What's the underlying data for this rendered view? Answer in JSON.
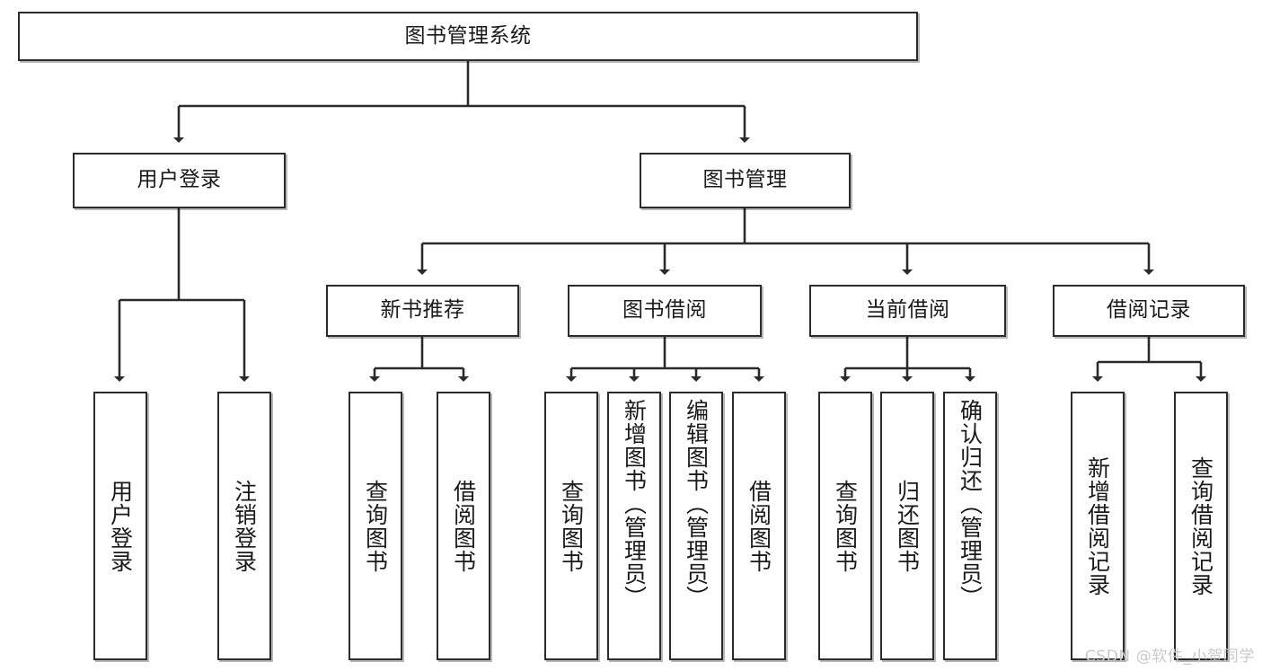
{
  "diagram": {
    "title": "图书管理系统",
    "type": "hierarchy-tree",
    "background_color": "#ffffff",
    "box_border_color": "#2b2b2b",
    "text_color": "#1a1a1a",
    "levels": 4,
    "root": {
      "id": "root",
      "label": "图书管理系统",
      "orientation": "horizontal"
    },
    "level2": [
      {
        "id": "user-login",
        "label": "用户登录",
        "orientation": "horizontal"
      },
      {
        "id": "book-manage",
        "label": "图书管理",
        "orientation": "horizontal"
      }
    ],
    "level3": [
      {
        "id": "new-book-rec",
        "label": "新书推荐",
        "orientation": "horizontal",
        "parent": "book-manage"
      },
      {
        "id": "book-borrow",
        "label": "图书借阅",
        "orientation": "horizontal",
        "parent": "book-manage"
      },
      {
        "id": "current-borrow",
        "label": "当前借阅",
        "orientation": "horizontal",
        "parent": "book-manage"
      },
      {
        "id": "borrow-record",
        "label": "借阅记录",
        "orientation": "horizontal",
        "parent": "book-manage"
      }
    ],
    "leaves": [
      {
        "id": "leaf-user-login",
        "label": "用户登录",
        "parent": "user-login",
        "orientation": "vertical"
      },
      {
        "id": "leaf-logout",
        "label": "注销登录",
        "parent": "user-login",
        "orientation": "vertical"
      },
      {
        "id": "leaf-query-book-1",
        "label": "查询图书",
        "parent": "new-book-rec",
        "orientation": "vertical"
      },
      {
        "id": "leaf-borrow-book-1",
        "label": "借阅图书",
        "parent": "new-book-rec",
        "orientation": "vertical"
      },
      {
        "id": "leaf-query-book-2",
        "label": "查询图书",
        "parent": "book-borrow",
        "orientation": "vertical"
      },
      {
        "id": "leaf-add-book",
        "label": "新增图书（管理员）",
        "parent": "book-borrow",
        "orientation": "vertical"
      },
      {
        "id": "leaf-edit-book",
        "label": "编辑图书（管理员）",
        "parent": "book-borrow",
        "orientation": "vertical"
      },
      {
        "id": "leaf-borrow-book-2",
        "label": "借阅图书",
        "parent": "book-borrow",
        "orientation": "vertical"
      },
      {
        "id": "leaf-query-book-3",
        "label": "查询图书",
        "parent": "current-borrow",
        "orientation": "vertical"
      },
      {
        "id": "leaf-return-book",
        "label": "归还图书",
        "parent": "current-borrow",
        "orientation": "vertical"
      },
      {
        "id": "leaf-confirm-return",
        "label": "确认归还（管理员）",
        "parent": "current-borrow",
        "orientation": "vertical"
      },
      {
        "id": "leaf-add-record",
        "label": "新增借阅记录",
        "parent": "borrow-record",
        "orientation": "vertical"
      },
      {
        "id": "leaf-query-record",
        "label": "查询借阅记录",
        "parent": "borrow-record",
        "orientation": "vertical"
      }
    ]
  },
  "watermark": {
    "text": "CSDN @软件_小贺同学"
  }
}
